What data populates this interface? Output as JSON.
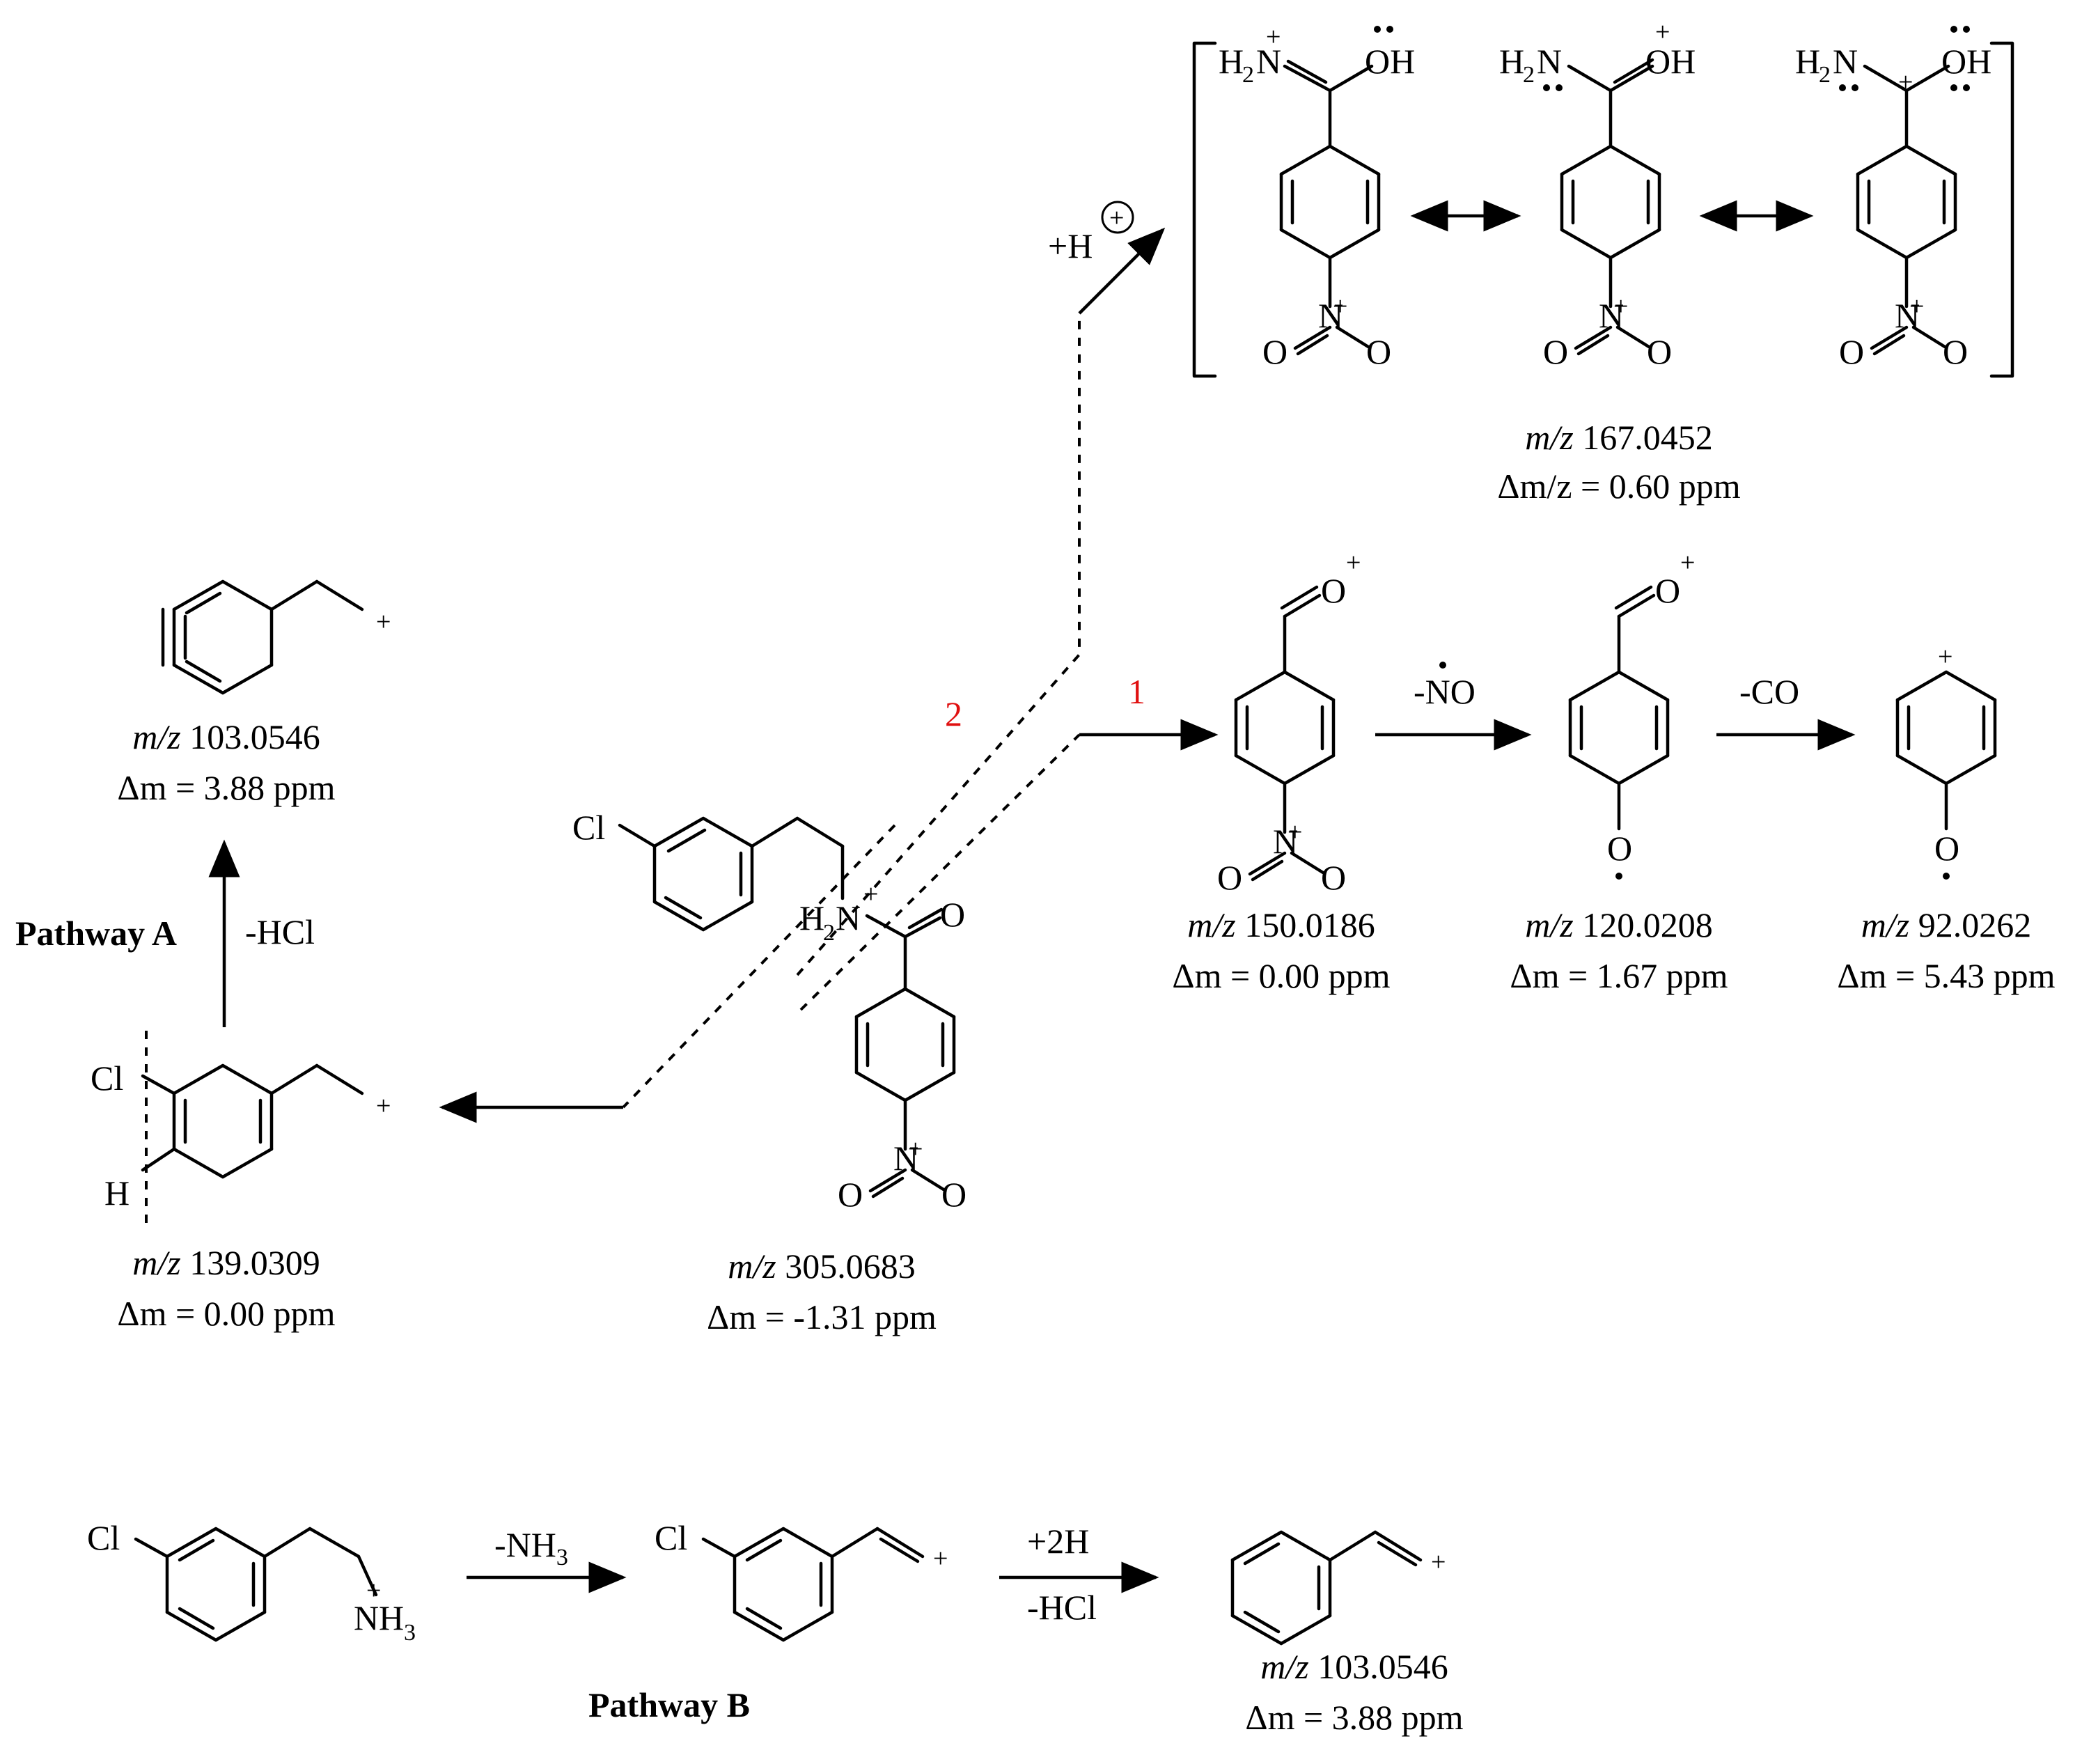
{
  "atoms": {
    "cl": "Cl",
    "h": "H",
    "n": "N",
    "o": "O",
    "oh": "OH",
    "h2": "H",
    "two": "2",
    "three": "3",
    "plus": "+"
  },
  "captions": {
    "m103a": {
      "mz": "m/z",
      "value": " 103.0546",
      "dm": "Δm = 3.88 ppm"
    },
    "m139": {
      "mz": "m/z",
      "value": " 139.0309",
      "dm": "Δm = 0.00 ppm"
    },
    "m305": {
      "mz": "m/z",
      "value": " 305.0683",
      "dm": "Δm = -1.31 ppm"
    },
    "m167": {
      "mz": "m/z",
      "value": " 167.0452",
      "dm": "Δm/z = 0.60 ppm"
    },
    "m150": {
      "mz": "m/z",
      "value": " 150.0186",
      "dm": "Δm = 0.00 ppm"
    },
    "m120": {
      "mz": "m/z",
      "value": " 120.0208",
      "dm": "Δm = 1.67 ppm"
    },
    "m92": {
      "mz": "m/z",
      "value": " 92.0262",
      "dm": "Δm = 5.43 ppm"
    },
    "m103b": {
      "mz": "m/z",
      "value": " 103.0546",
      "dm": "Δm = 3.88 ppm"
    }
  },
  "labels": {
    "pathway_a": "Pathway A",
    "pathway_b": "Pathway B",
    "minus_hcl": "-HCl",
    "plus_h": "+H",
    "route1": "1",
    "route2": "2",
    "minus_no": "-NO",
    "minus_co": "-CO",
    "minus_nh": "-NH",
    "nh_sub": "3",
    "plus_2h": "+2H",
    "minus_hcl_b": "-HCl"
  }
}
